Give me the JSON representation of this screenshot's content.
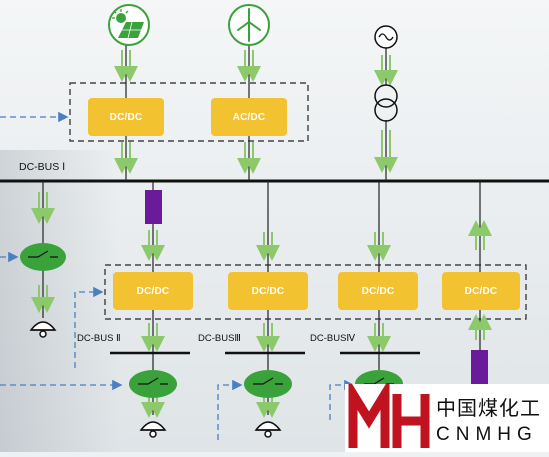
{
  "converters": [
    {
      "id": "c1",
      "label": "DC/DC"
    },
    {
      "id": "c2",
      "label": "AC/DC"
    },
    {
      "id": "c3",
      "label": "DC/DC"
    },
    {
      "id": "c4",
      "label": "DC/DC"
    },
    {
      "id": "c5",
      "label": "DC/DC"
    },
    {
      "id": "c6",
      "label": "DC/DC"
    }
  ],
  "bus_labels": {
    "main": "DC-BUS Ⅰ",
    "bus2": "DC-BUS Ⅱ",
    "bus3": "DC-BUSⅢ",
    "bus4": "DC-BUSⅣ"
  },
  "logo": {
    "chinese": "中国煤化工",
    "english": "CNMHG"
  },
  "colors": {
    "converter": "#f2c230",
    "arrow": "#8cc96a",
    "storage": "#6a1b9a",
    "breaker": "#3aa23a",
    "bus": "#111111",
    "signal": "#4a7fc1",
    "logo_red": "#c1121f"
  }
}
